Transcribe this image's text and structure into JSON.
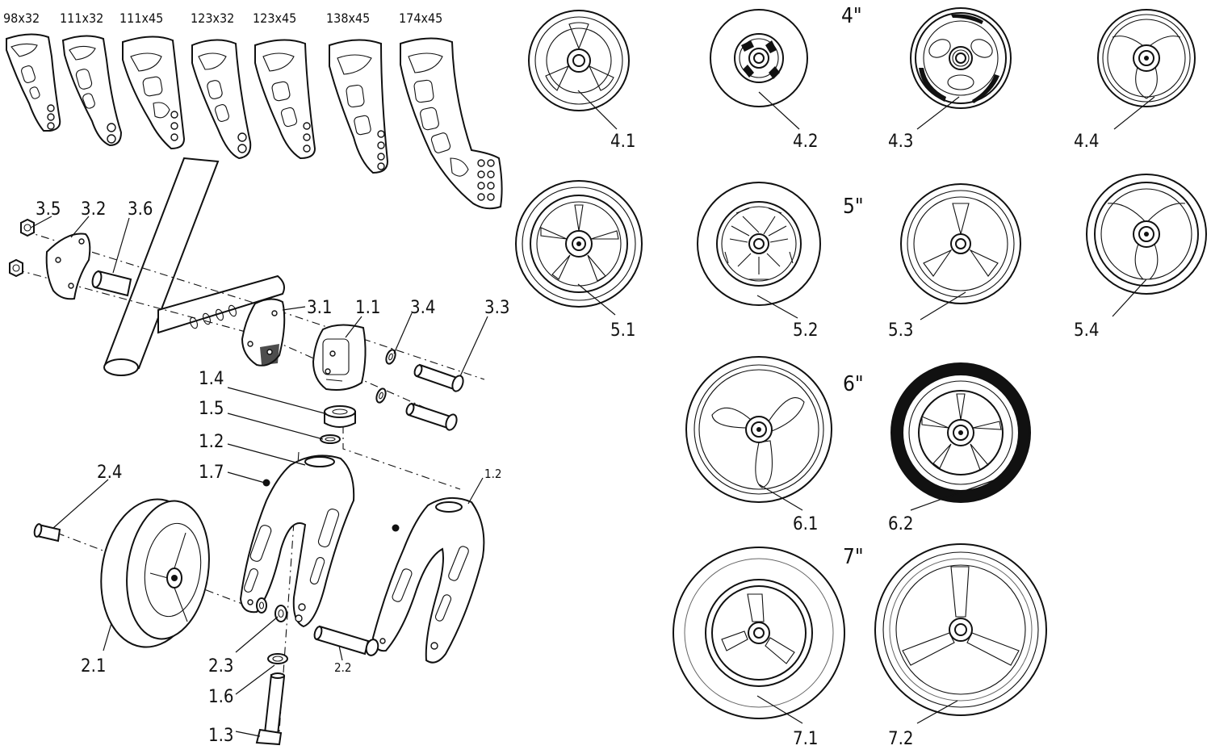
{
  "fork_sizes": [
    "98x32",
    "111x32",
    "111x45",
    "123x32",
    "123x45",
    "138x45",
    "174x45"
  ],
  "size_headings": {
    "s4": "4\"",
    "s5": "5\"",
    "s6": "6\"",
    "s7": "7\""
  },
  "wheel_labels": {
    "w41": "4.1",
    "w42": "4.2",
    "w43": "4.3",
    "w44": "4.4",
    "w51": "5.1",
    "w52": "5.2",
    "w53": "5.3",
    "w54": "5.4",
    "w61": "6.1",
    "w62": "6.2",
    "w71": "7.1",
    "w72": "7.2"
  },
  "part_labels": {
    "p35": "3.5",
    "p32": "3.2",
    "p36": "3.6",
    "p31": "3.1",
    "p11": "1.1",
    "p34": "3.4",
    "p33": "3.3",
    "p14": "1.4",
    "p15": "1.5",
    "p12": "1.2",
    "p12b": "1.2",
    "p17": "1.7",
    "p24": "2.4",
    "p21": "2.1",
    "p23": "2.3",
    "p22": "2.2",
    "p16": "1.6",
    "p13": "1.3"
  }
}
